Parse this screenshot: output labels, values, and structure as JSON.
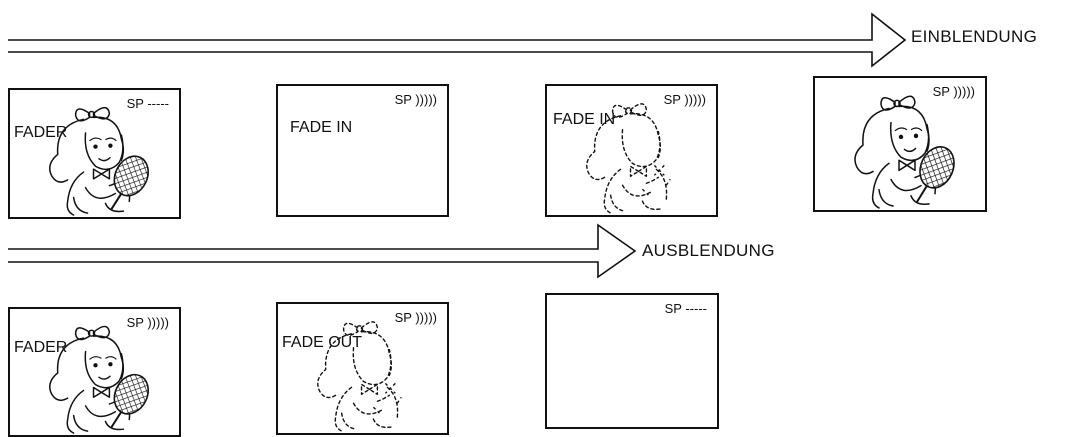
{
  "top_row": {
    "arrow_label": "EINBLENDUNG",
    "frames": [
      {
        "caption": "FADER",
        "indicator": "SP -----",
        "figure": "full"
      },
      {
        "caption": "FADE IN",
        "indicator": "SP )))))",
        "figure": "none"
      },
      {
        "caption": "FADE IN",
        "indicator": "SP )))))",
        "figure": "dotted"
      },
      {
        "caption": "",
        "indicator": "SP )))))",
        "figure": "full"
      }
    ]
  },
  "bottom_row": {
    "arrow_label": "AUSBLENDUNG",
    "frames": [
      {
        "caption": "FADER",
        "indicator": "SP )))))",
        "figure": "full"
      },
      {
        "caption": "FADE OUT",
        "indicator": "SP )))))",
        "figure": "dotted"
      },
      {
        "caption": "",
        "indicator": "SP -----",
        "figure": "none"
      }
    ]
  }
}
